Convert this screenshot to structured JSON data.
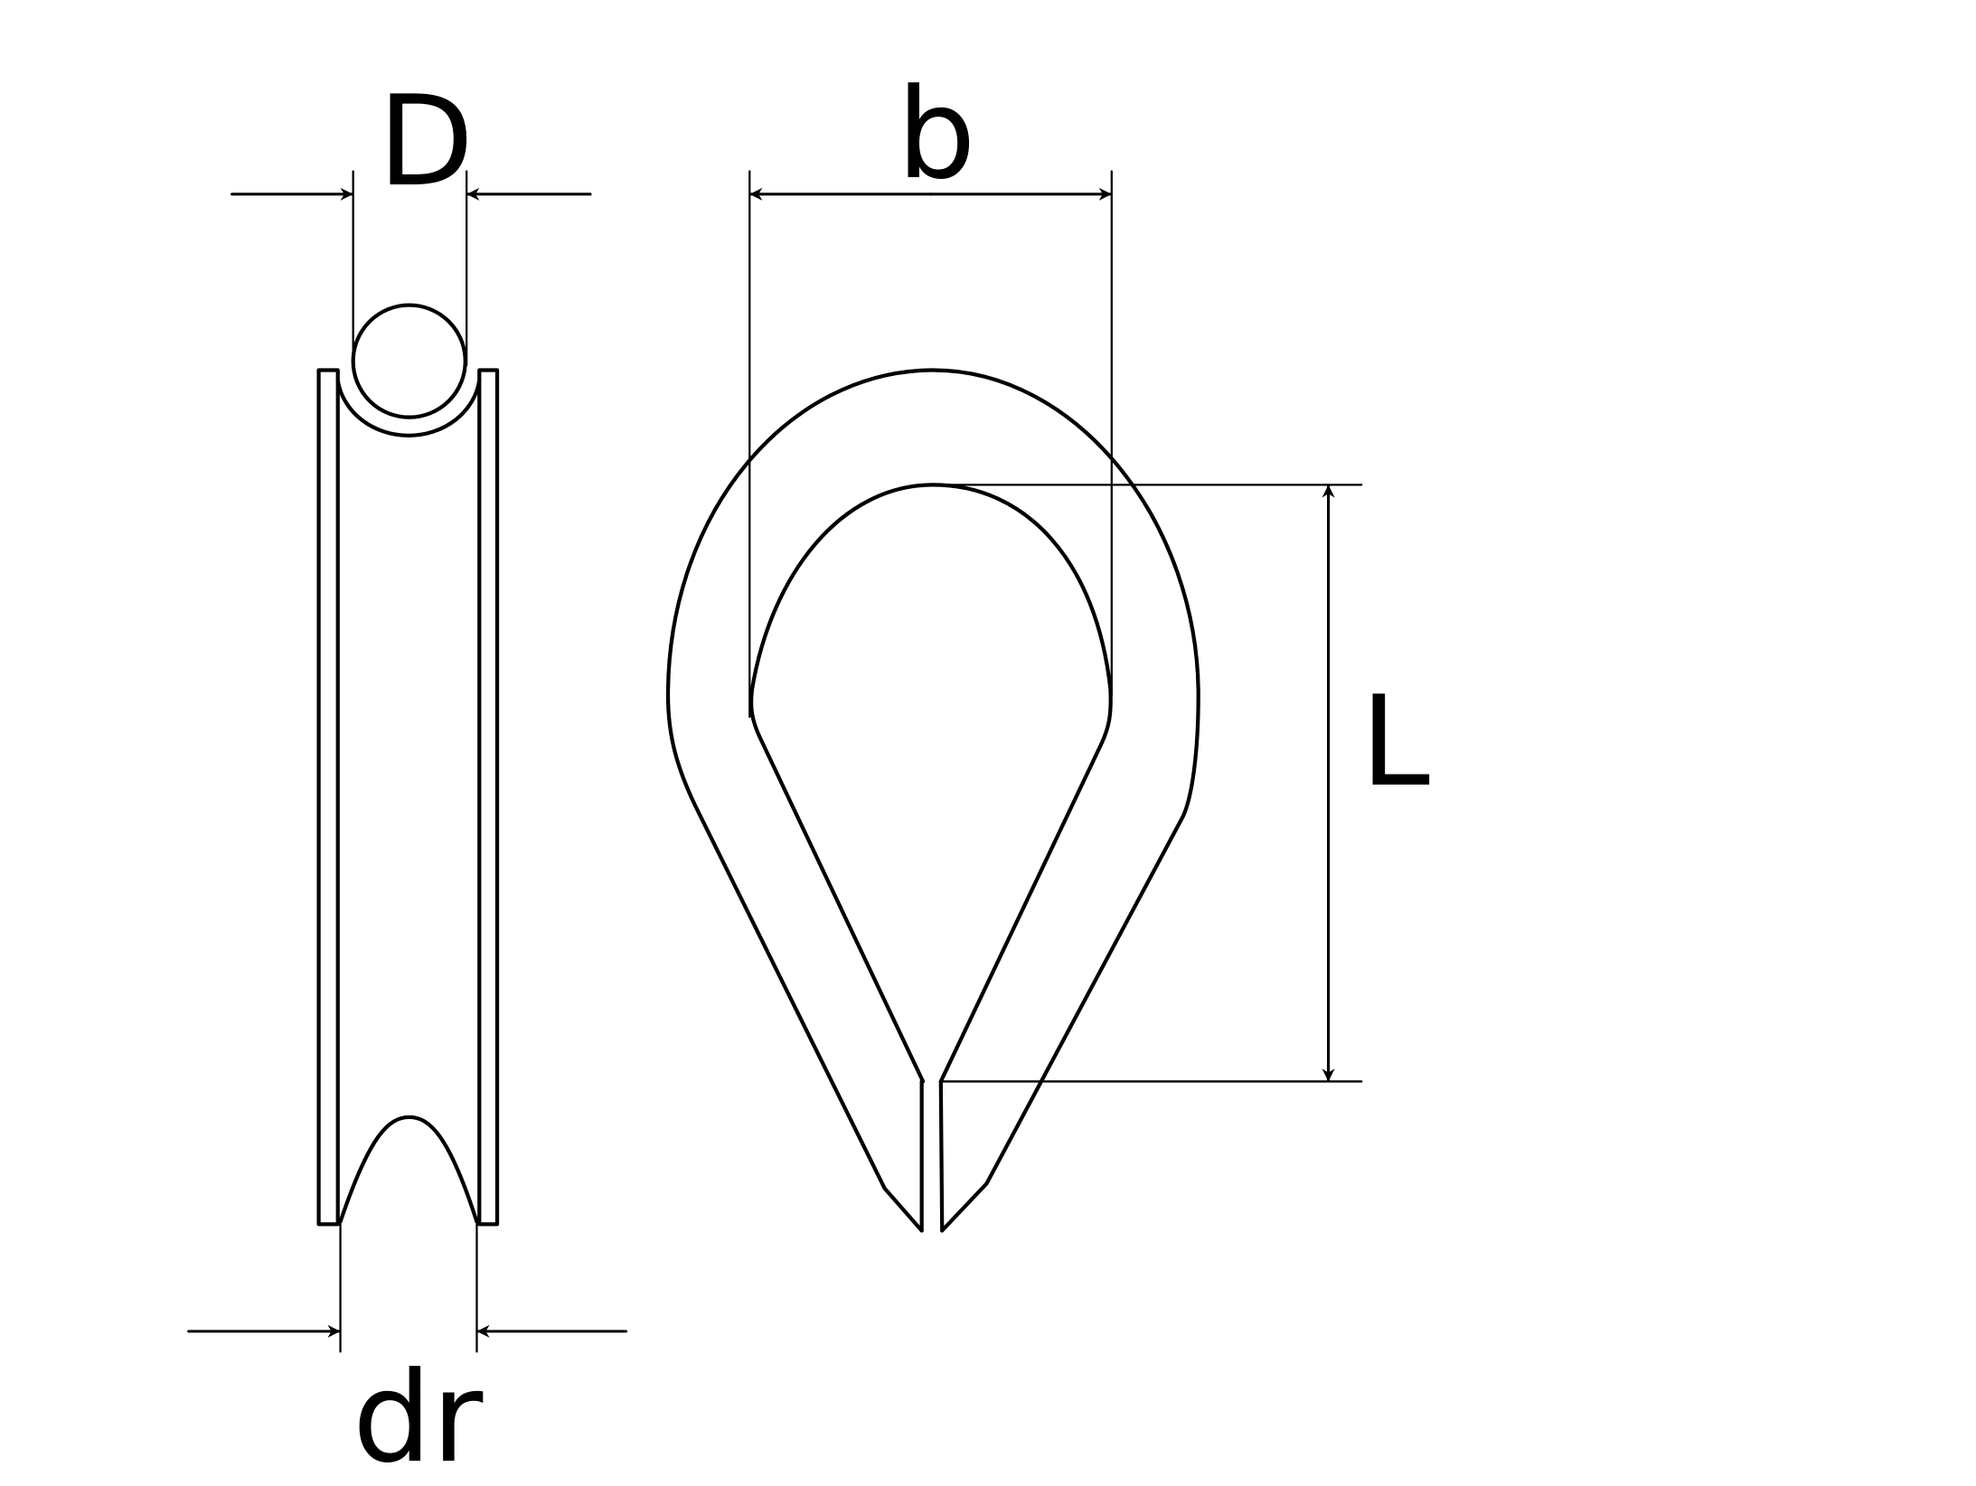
{
  "diagram": {
    "type": "technical drawing - wire rope thimble",
    "stroke_color": "#000000",
    "background": "#ffffff",
    "side_view": {
      "dimension_labels": {
        "rope_diameter": "D",
        "groove_width": "dr"
      }
    },
    "front_view": {
      "dimension_labels": {
        "width": "b",
        "length": "L"
      }
    }
  }
}
